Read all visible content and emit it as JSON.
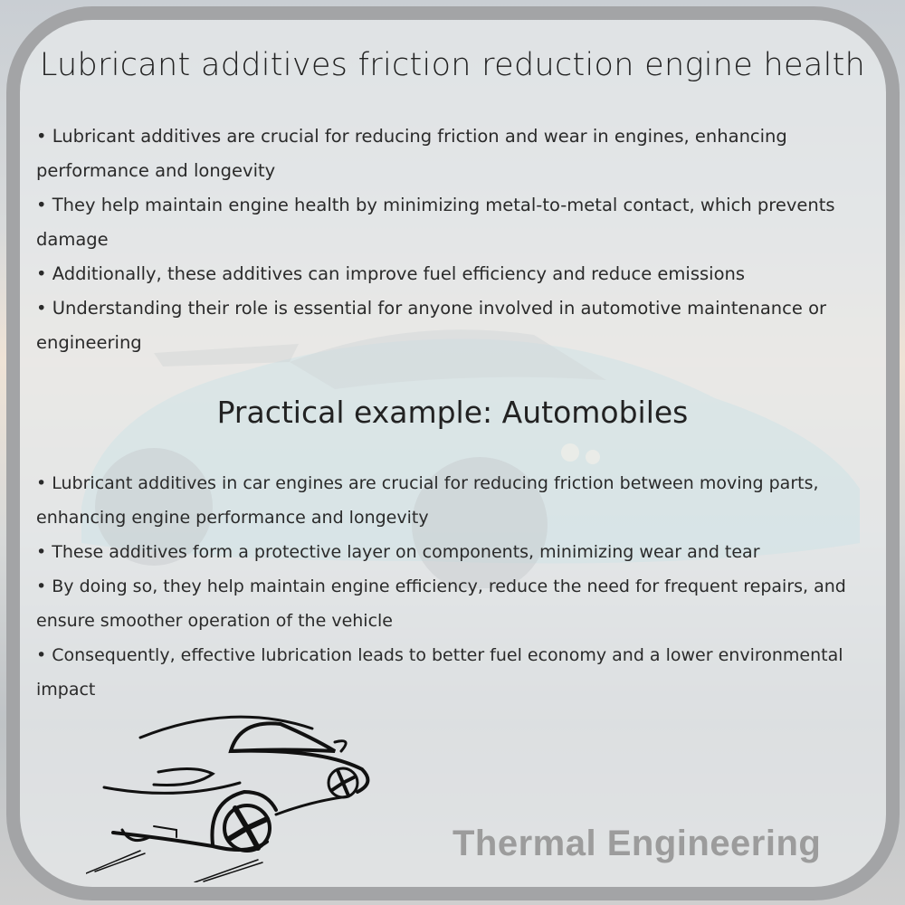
{
  "title": "Lubricant additives friction reduction engine health",
  "intro_bullets": [
    "• Lubricant additives are crucial for reducing friction and wear in engines, enhancing performance and longevity",
    "• They help maintain engine health by minimizing metal-to-metal contact, which prevents damage",
    "• Additionally, these additives can improve fuel efficiency and reduce emissions",
    "• Understanding their role is essential for anyone involved in automotive maintenance or engineering"
  ],
  "example_heading": "Practical example: Automobiles",
  "example_bullets": [
    "• Lubricant additives in car engines are crucial for reducing friction between moving parts, enhancing engine performance and longevity",
    "• These additives form a protective layer on components, minimizing wear and tear",
    "• By doing so, they help maintain engine efficiency, reduce the need for frequent repairs, and ensure smoother operation of the vehicle",
    "• Consequently, effective lubrication leads to better fuel economy and a lower environmental impact"
  ],
  "brand": "Thermal Engineering",
  "colors": {
    "border": "#a3a4a6",
    "text": "#222222",
    "brand": "#9c9c9c",
    "car_accent": "#7fc9d3"
  }
}
